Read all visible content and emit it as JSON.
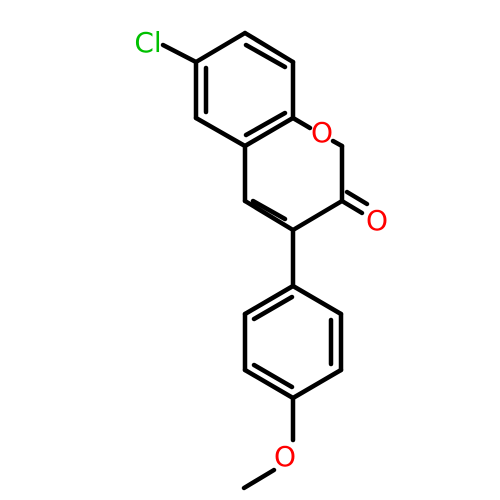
{
  "molecule": {
    "atoms": {
      "chlorine": {
        "label": "Cl",
        "color": "#00c000"
      },
      "ring_oxygen": {
        "label": "O",
        "color": "#ff0000"
      },
      "carbonyl_oxygen": {
        "label": "O",
        "color": "#ff0000"
      },
      "methoxy_oxygen": {
        "label": "O",
        "color": "#ff0000"
      }
    },
    "bond_color": "#000000"
  }
}
